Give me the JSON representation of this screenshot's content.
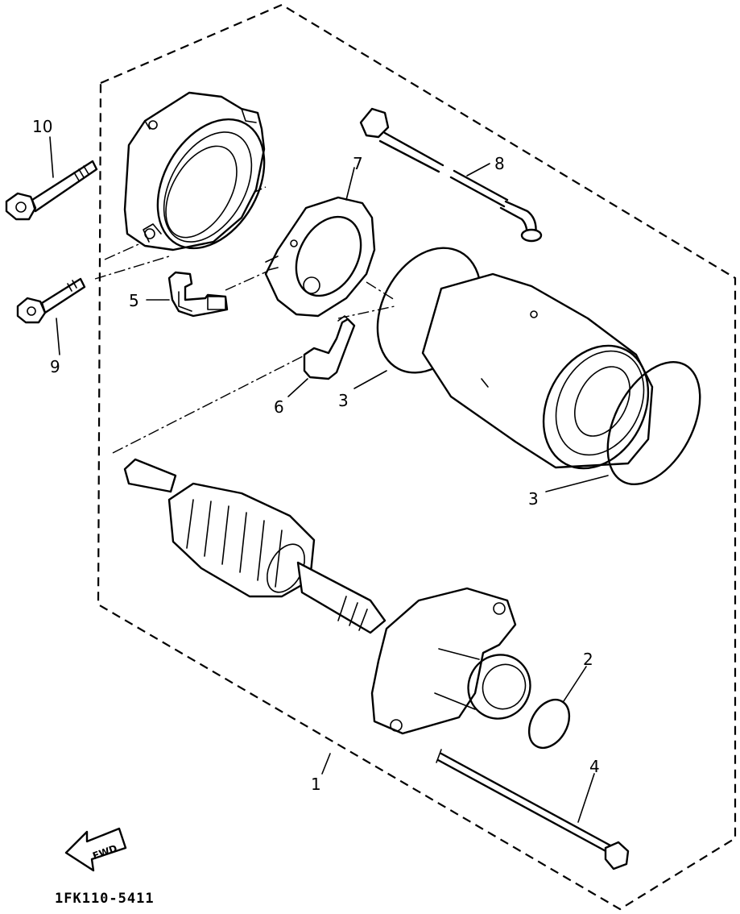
{
  "diagram": {
    "part_numbers": [
      "1",
      "2",
      "3",
      "3",
      "4",
      "5",
      "6",
      "7",
      "8",
      "9",
      "10"
    ],
    "direction_label": "FWD",
    "drawing_code": "1FK110-5411"
  }
}
